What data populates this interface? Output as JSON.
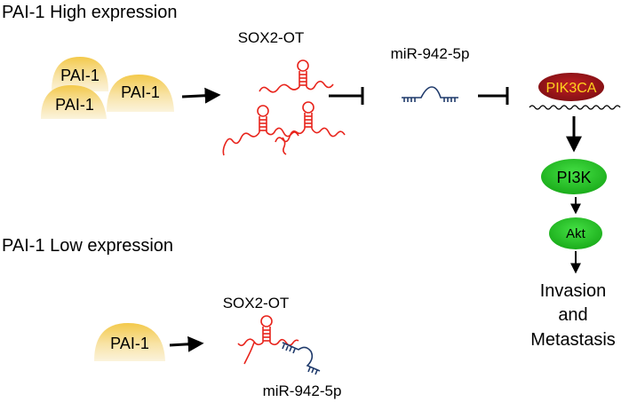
{
  "panels": {
    "high_title": "PAI-1 High expression",
    "low_title": "PAI-1 Low expression"
  },
  "high": {
    "pai1_labels": [
      "PAI-1",
      "PAI-1",
      "PAI-1"
    ],
    "sox2ot_label": "SOX2-OT",
    "mir_label": "miR-942-5p",
    "pik3ca_label": "PIK3CA",
    "pi3k_label": "PI3K",
    "akt_label": "Akt",
    "outcome_lines": [
      "Invasion",
      "and",
      "Metastasis"
    ]
  },
  "low": {
    "pai1_label": "PAI-1",
    "sox2ot_label": "SOX2-OT",
    "mir_label": "miR-942-5p"
  },
  "colors": {
    "pai1_fill_top": "#f3c94a",
    "pai1_fill_bottom": "#fbf3dc",
    "rna_red": "#e8241c",
    "mirna_navy": "#1f3a6b",
    "pik3ca_fill": "#a3191f",
    "pik3ca_text": "#ffd21e",
    "pathway_green": "#1fbf1f",
    "arrow_black": "#000000"
  }
}
